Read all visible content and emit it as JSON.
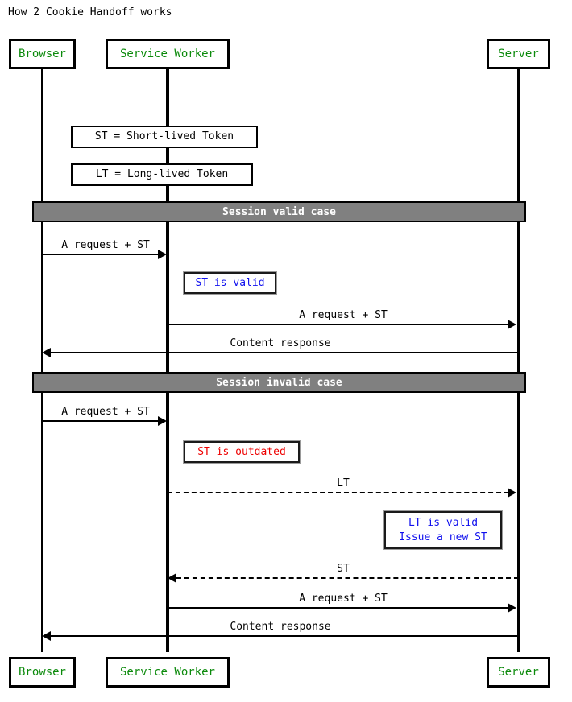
{
  "title": "How 2 Cookie Handoff works",
  "colors": {
    "participant_text": "#0b8a0b",
    "section_bar_fill": "#808080",
    "section_bar_text": "#ffffff",
    "note_blue": "#1010ee",
    "note_red": "#ee0000",
    "line": "#000000",
    "background": "#ffffff"
  },
  "participants": [
    {
      "id": "browser",
      "label": "Browser"
    },
    {
      "id": "service_worker",
      "label": "Service Worker"
    },
    {
      "id": "server",
      "label": "Server"
    }
  ],
  "participants_bottom": [
    {
      "id": "browser",
      "label": "Browser"
    },
    {
      "id": "service_worker",
      "label": "Service Worker"
    },
    {
      "id": "server",
      "label": "Server"
    }
  ],
  "legend_notes": [
    {
      "id": "st_def",
      "text": "ST = Short-lived Token"
    },
    {
      "id": "lt_def",
      "text": "LT = Long-lived Token"
    }
  ],
  "sections": [
    {
      "id": "valid",
      "label": "Session valid case"
    },
    {
      "id": "invalid",
      "label": "Session invalid case"
    }
  ],
  "notes": [
    {
      "id": "st_valid",
      "lines": [
        "ST is valid"
      ],
      "color": "blue"
    },
    {
      "id": "st_outdated",
      "lines": [
        "ST is outdated"
      ],
      "color": "red"
    },
    {
      "id": "lt_valid",
      "lines": [
        "LT is valid",
        "Issue a new ST"
      ],
      "color": "blue"
    }
  ],
  "messages": [
    {
      "id": "m1",
      "label": "A request + ST",
      "from": "browser",
      "to": "service_worker",
      "style": "solid",
      "direction": "right"
    },
    {
      "id": "m2",
      "label": "A request + ST",
      "from": "service_worker",
      "to": "server",
      "style": "solid",
      "direction": "right"
    },
    {
      "id": "m3",
      "label": "Content response",
      "from": "server",
      "to": "browser",
      "style": "solid",
      "direction": "left"
    },
    {
      "id": "m4",
      "label": "A request + ST",
      "from": "browser",
      "to": "service_worker",
      "style": "solid",
      "direction": "right"
    },
    {
      "id": "m5",
      "label": "LT",
      "from": "service_worker",
      "to": "server",
      "style": "dashed",
      "direction": "right"
    },
    {
      "id": "m6",
      "label": "ST",
      "from": "server",
      "to": "service_worker",
      "style": "dashed",
      "direction": "left"
    },
    {
      "id": "m7",
      "label": "A request + ST",
      "from": "service_worker",
      "to": "server",
      "style": "solid",
      "direction": "right"
    },
    {
      "id": "m8",
      "label": "Content response",
      "from": "server",
      "to": "browser",
      "style": "solid",
      "direction": "left"
    }
  ]
}
